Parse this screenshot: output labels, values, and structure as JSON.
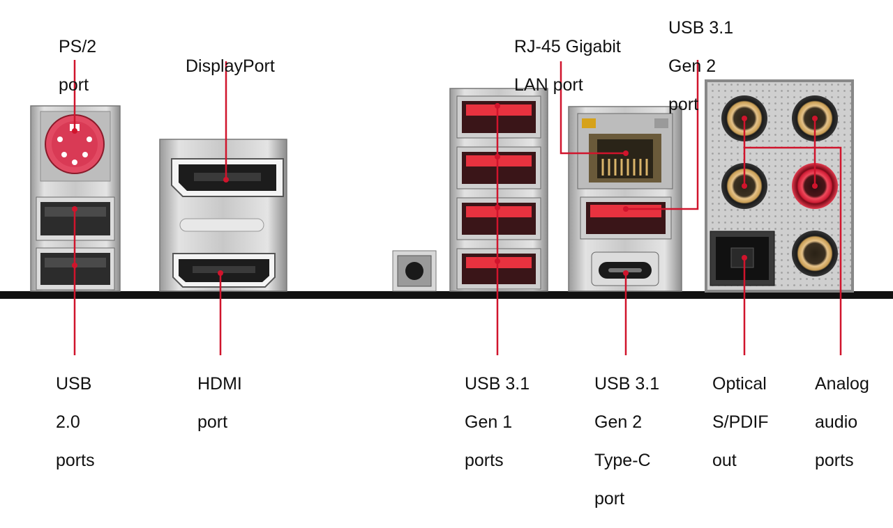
{
  "labels": {
    "ps2": [
      "PS/2",
      "port"
    ],
    "displayport": [
      "DisplayPort"
    ],
    "rj45": [
      "RJ-45 Gigabit",
      "LAN port"
    ],
    "usb31_gen2": [
      "USB 3.1",
      "Gen 2",
      "port"
    ],
    "usb20": [
      "USB",
      "2.0",
      "ports"
    ],
    "hdmi": [
      "HDMI",
      "port"
    ],
    "usb31_gen1": [
      "USB 3.1",
      "Gen 1",
      "ports"
    ],
    "usb31_typec": [
      "USB 3.1",
      "Gen 2",
      "Type-C",
      "port"
    ],
    "optical": [
      "Optical",
      "S/PDIF",
      "out"
    ],
    "analog": [
      "Analog",
      "audio",
      "ports"
    ]
  },
  "colors": {
    "leader": "#d0142c",
    "port_red": "#e8323f",
    "ps2_pink": "#e24a63",
    "metal": "#c9c9c9",
    "baseline": "#111111",
    "jack_gold": "#e6c38a"
  }
}
